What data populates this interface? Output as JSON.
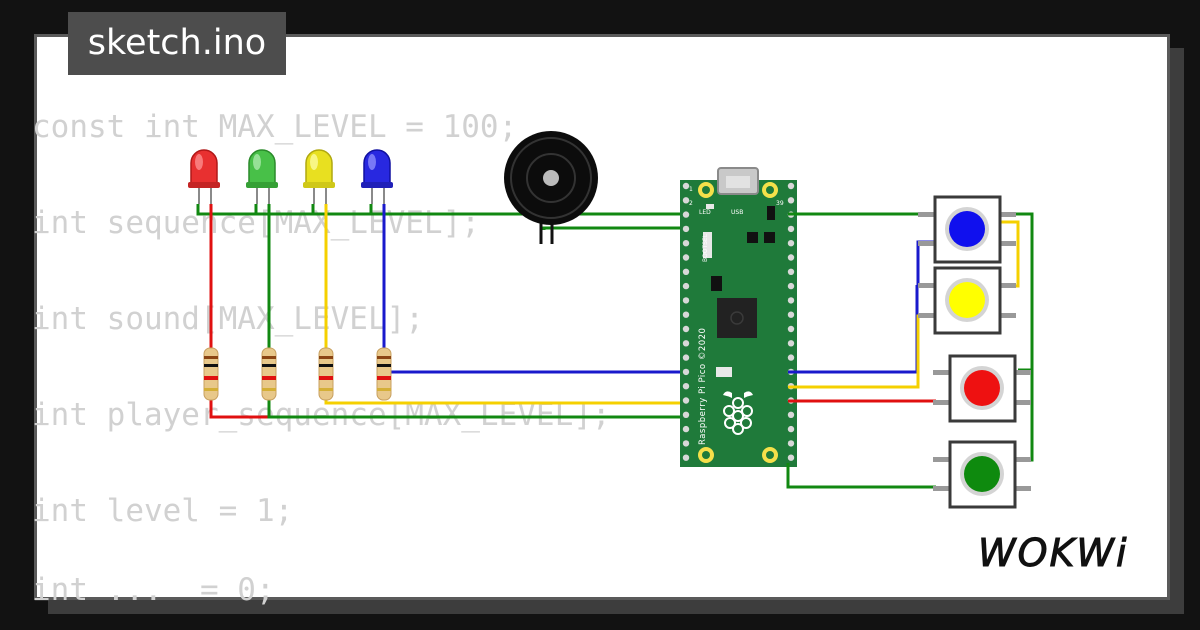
{
  "title": "sketch.ino",
  "code_lines": [
    "const int MAX_LEVEL = 100;",
    "int sequence[MAX_LEVEL];",
    "int sound[MAX_LEVEL];",
    "int player_sequence[MAX_LEVEL];",
    "int level = 1;",
    "int ...  = 0;"
  ],
  "board": {
    "name": "Raspberry Pi Pico ©2020",
    "led_label": "LED",
    "usb_label": "USB",
    "bootsel_label": "BOOTSEL",
    "pin_top_left": "1",
    "pin_second_left": "2",
    "pin_top_right": "39"
  },
  "brand": "WOKWi",
  "colors": {
    "background": "#121212",
    "panel": "#ffffff",
    "tab": "#4d4d4d",
    "code_text": "#d1d1d1",
    "board_green": "#1f7a3a",
    "wire_red": "#e01010",
    "wire_green": "#118811",
    "wire_yellow": "#f5d000",
    "wire_blue": "#1a1acc"
  },
  "leds": [
    {
      "color": "red",
      "fill": "#e83030"
    },
    {
      "color": "green",
      "fill": "#48c048"
    },
    {
      "color": "yellow",
      "fill": "#e8e020"
    },
    {
      "color": "blue",
      "fill": "#2828e0"
    }
  ],
  "buttons": [
    {
      "color": "blue",
      "fill": "#1010ee"
    },
    {
      "color": "yellow",
      "fill": "#ffff00"
    },
    {
      "color": "red",
      "fill": "#ee1111"
    },
    {
      "color": "green",
      "fill": "#0e8a0e"
    }
  ],
  "icons": [
    "buzzer-icon",
    "raspberry-logo-icon"
  ]
}
